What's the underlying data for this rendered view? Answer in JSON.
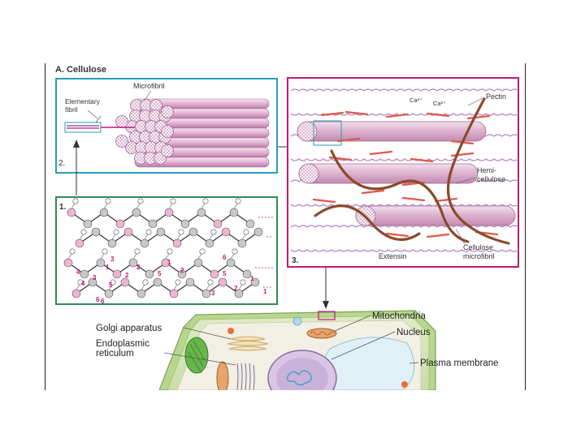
{
  "figure": {
    "title": "A. Cellulose",
    "panel2": {
      "number": "2.",
      "label_microfibril": "Microfibril",
      "label_elementary_line1": "Elementary",
      "label_elementary_line2": "fibril"
    },
    "panel1": {
      "number": "1.",
      "carbon_numbers": [
        "4",
        "6",
        "1",
        "3",
        "2",
        "5",
        "3",
        "1",
        "6",
        "2",
        "5",
        "3",
        "4",
        "5",
        "6",
        "2",
        "1",
        "2",
        "1"
      ]
    },
    "panel3": {
      "number": "3.",
      "label_pectin": "Pectin",
      "label_ca": "Ca²⁺",
      "label_hemi_line1": "Hemi-",
      "label_hemi_line2": "cellulose",
      "label_extensin": "Extensin",
      "label_cellulose_line1": "Cellulose",
      "label_cellulose_line2": "microfibril"
    },
    "cell": {
      "label_golgi": "Golgi apparatus",
      "label_er_line1": "Endoplasmic",
      "label_er_line2": "reticulum",
      "label_mito": "Mitochondria",
      "label_nucleus": "Nucleus",
      "label_membrane": "Plasma membrane"
    },
    "colors": {
      "panel_blue": "#2a9bb8",
      "panel_green": "#2e8b57",
      "panel_magenta": "#c2187b",
      "fiber_pink": "#e6b8d6",
      "fiber_dark": "#b479a8",
      "extensin_brown": "#8b4a2b",
      "hemi_red": "#e0584a"
    }
  }
}
